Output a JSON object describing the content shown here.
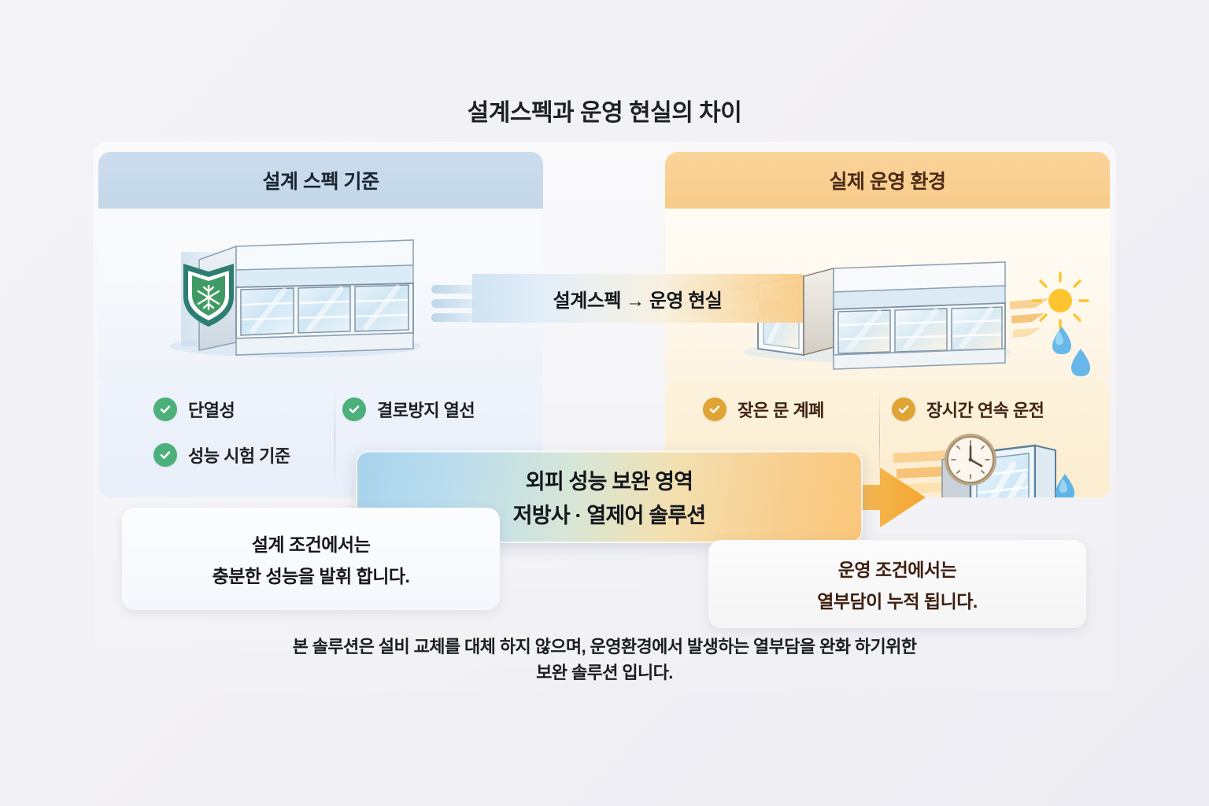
{
  "title": "설계스펙과 운영 현실의 차이",
  "panels": {
    "left": {
      "heading": "설계 스펙 기준",
      "art_icons": [
        "shield-snowflake-icon",
        "display-case-illustration"
      ],
      "checks": [
        {
          "label": "단열성",
          "icon": "check-circle-icon"
        },
        {
          "label": "결로방지 열선",
          "icon": "check-circle-icon"
        },
        {
          "label": "성능 시험 기준",
          "icon": "check-circle-icon"
        }
      ],
      "note": [
        "설계 조건에서는",
        "충분한 성능을 발휘 합니다."
      ]
    },
    "right": {
      "heading": "실제 운영 환경",
      "art_icons": [
        "open-door-display-case-illustration",
        "sun-icon",
        "water-drop-icon",
        "clock-icon"
      ],
      "checks": [
        {
          "label": "잦은 문 계폐",
          "icon": "check-circle-icon"
        },
        {
          "label": "장시간 연속 운전",
          "icon": "check-circle-icon"
        }
      ],
      "note": [
        "운영 조건에서는",
        "열부담이 누적 됩니다."
      ]
    }
  },
  "flow": {
    "band_label": "설계스펙 → 운영 현실"
  },
  "solution": {
    "line1": "외피 성능 보완 영역",
    "line2": "저방사 · 열제어 솔루션"
  },
  "footer": {
    "line1": "본 솔루션은 설비 교체를 대체 하지 않으며, 운영환경에서 발생하는 열부담을 완화 하기위한",
    "line2": "보완 솔루션 입니다."
  },
  "colors": {
    "left_header": "#c4d8ea",
    "right_header": "#f8cb8a",
    "check_green": "#4cb07a",
    "check_orange": "#e0a435",
    "arrow_orange": "#f2a93c",
    "shield_green": "#3f9a63"
  }
}
